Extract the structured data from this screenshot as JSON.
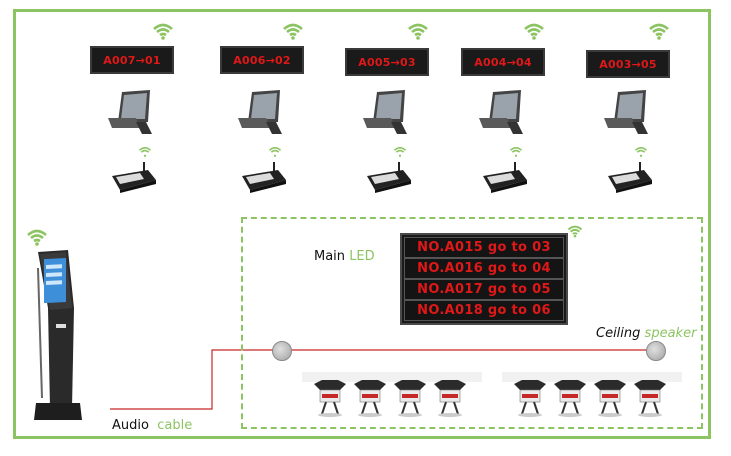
{
  "colors": {
    "accent": "#8cc462",
    "led_text": "#e01818",
    "cable": "#c62828"
  },
  "counters": [
    {
      "display": "A007→01"
    },
    {
      "display": "A006→02"
    },
    {
      "display": "A005→03"
    },
    {
      "display": "A004→04"
    },
    {
      "display": "A003→05"
    }
  ],
  "main_led": {
    "label_prefix": "Main",
    "label_highlight": "LED",
    "rows": [
      "NO.A015 go to 03",
      "NO.A016 go to 04",
      "NO.A017 go to 05",
      "NO.A018 go to 06"
    ]
  },
  "ceiling_speaker": {
    "label_prefix": "Ceiling",
    "label_highlight": "speaker"
  },
  "audio_cable": {
    "label_prefix": "Audio",
    "label_highlight": "cable"
  },
  "icons": [
    "wifi-icon",
    "monitor-icon",
    "keypad-icon",
    "kiosk-icon",
    "speaker-icon",
    "chair-icon"
  ]
}
